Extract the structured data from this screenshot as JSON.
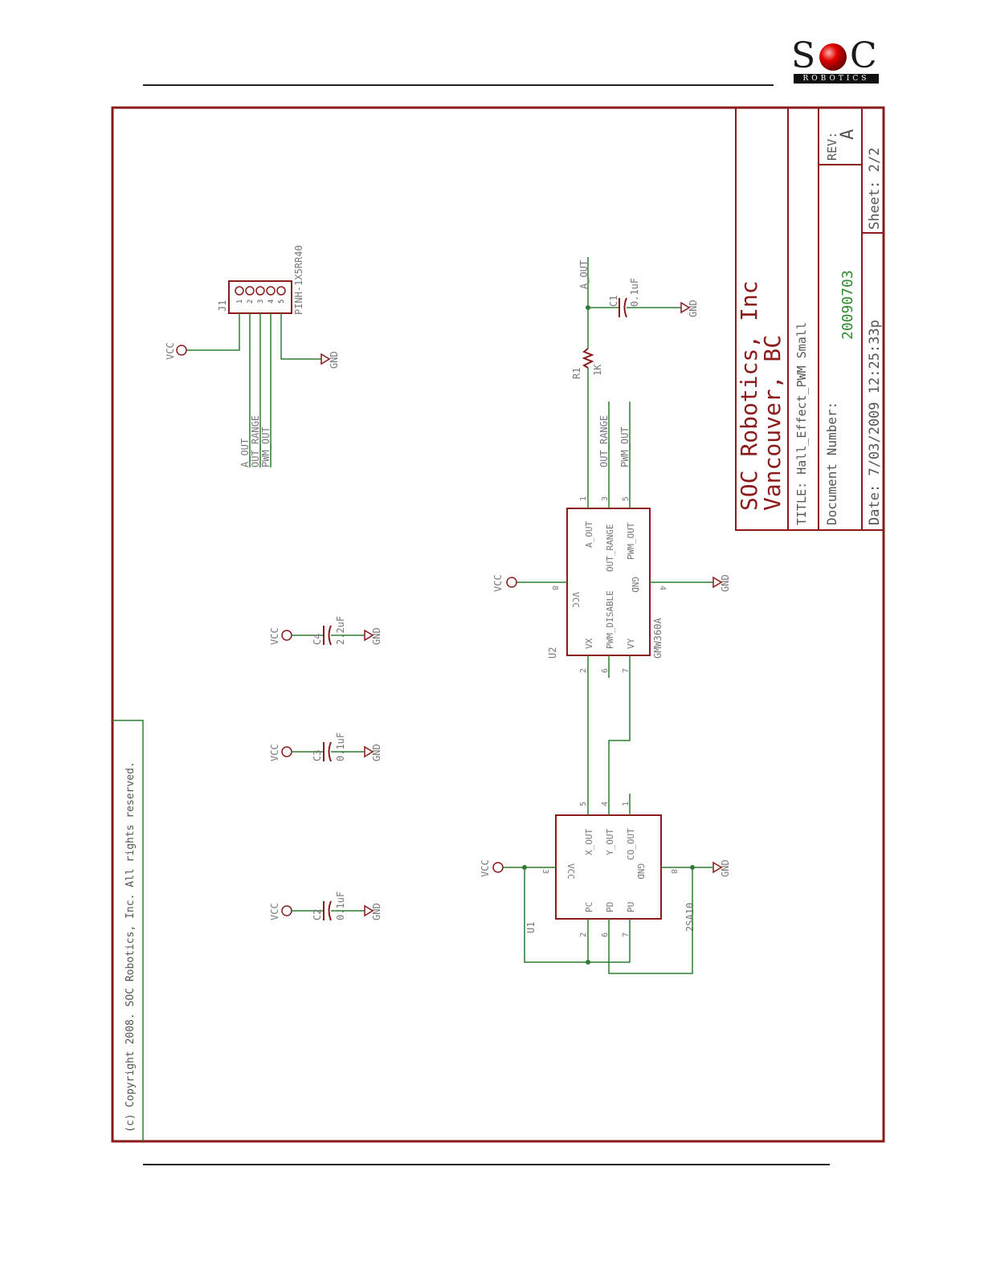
{
  "logo": {
    "left_letter": "S",
    "right_letter": "C",
    "subtitle": "ROBOTICS"
  },
  "colors": {
    "frame": "#8b1a1a",
    "wire": "#2e7d32",
    "label": "#7a7a7a",
    "docnum": "#2e8b2e",
    "logo_dot": "#d40000"
  },
  "title_block": {
    "company_line1": "SOC Robotics, Inc",
    "company_line2": "Vancouver, BC",
    "title": "TITLE: Hall_Effect_PWM Small",
    "doc_label": "Document Number:",
    "doc_number": "20090703",
    "rev_label": "REV:",
    "rev_value": "A",
    "date": "Date: 7/03/2009 12:25:33p",
    "sheet": "Sheet: 2/2"
  },
  "copyright": "(c) Copyright 2008.  SOC Robotics, Inc.  All rights reserved.",
  "schematic": {
    "power_labels": {
      "vcc": "VCC",
      "gnd": "GND"
    },
    "j1": {
      "ref": "J1",
      "value": "PINH-1X5RR40",
      "pins": [
        "1",
        "2",
        "3",
        "4",
        "5"
      ]
    },
    "j1_nets": [
      "A_OUT",
      "OUT_RANGE",
      "PWM_OUT"
    ],
    "capacitors": [
      {
        "ref": "C4",
        "value": "2.2uF"
      },
      {
        "ref": "C3",
        "value": "0.1uF"
      },
      {
        "ref": "C2",
        "value": "0.1uF"
      },
      {
        "ref": "C1",
        "value": "0.1uF"
      }
    ],
    "r1": {
      "ref": "R1",
      "value": "1K"
    },
    "a_out_net": "A_OUT",
    "u2": {
      "ref": "U2",
      "part": "GMW360A",
      "pins": [
        {
          "num": "8",
          "name": "VCC"
        },
        {
          "num": "2",
          "name": "VX"
        },
        {
          "num": "6",
          "name": "PWM_DISABLE"
        },
        {
          "num": "7",
          "name": "VY"
        },
        {
          "num": "1",
          "name": "A_OUT"
        },
        {
          "num": "3",
          "name": "OUT_RANGE"
        },
        {
          "num": "5",
          "name": "PWM_OUT"
        },
        {
          "num": "4",
          "name": "GND"
        }
      ],
      "nets": [
        "OUT_RANGE",
        "PWM_OUT"
      ]
    },
    "u1": {
      "ref": "U1",
      "part": "2SA10",
      "pins": [
        {
          "num": "3",
          "name": "VCC"
        },
        {
          "num": "2",
          "name": "PC"
        },
        {
          "num": "6",
          "name": "PD"
        },
        {
          "num": "7",
          "name": "PU"
        },
        {
          "num": "5",
          "name": "X_OUT"
        },
        {
          "num": "4",
          "name": "Y_OUT"
        },
        {
          "num": "1",
          "name": "CO_OUT"
        },
        {
          "num": "8",
          "name": "GND"
        }
      ]
    }
  }
}
